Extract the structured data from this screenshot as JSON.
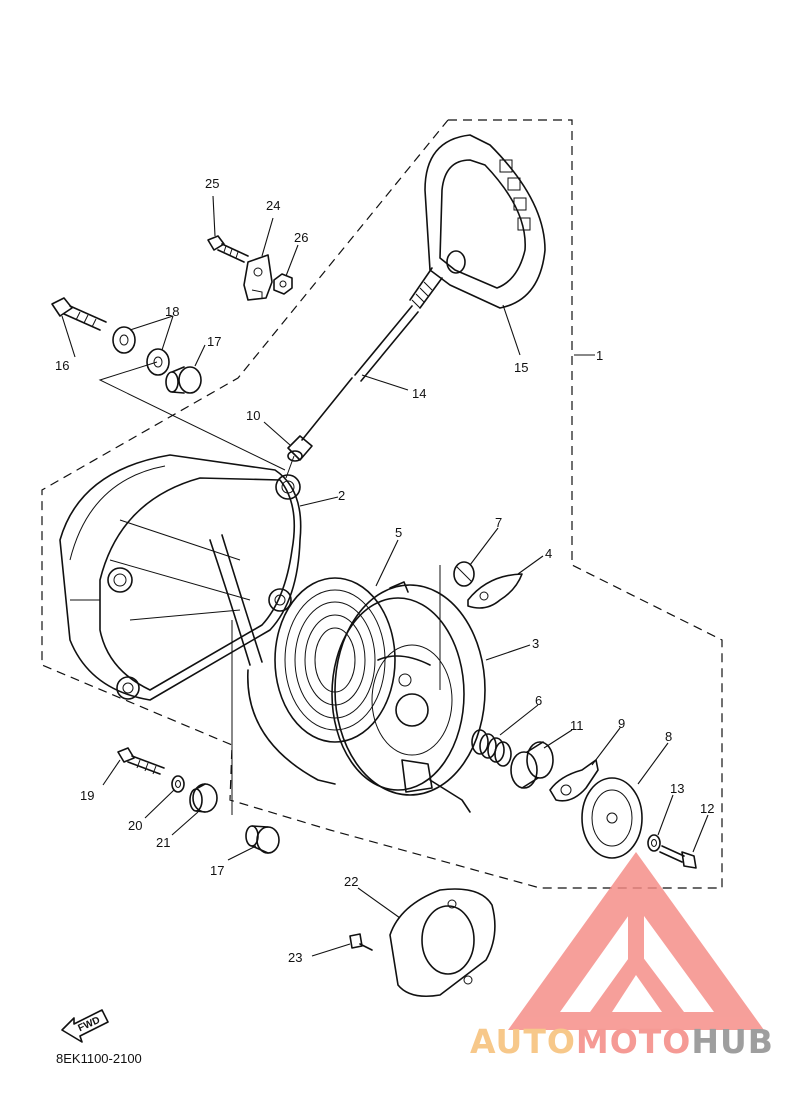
{
  "diagram": {
    "drawing_code": "8EK1100-2100",
    "fwd_label": "FWD",
    "callouts": [
      {
        "id": "c1",
        "label": "1"
      },
      {
        "id": "c2",
        "label": "2"
      },
      {
        "id": "c3",
        "label": "3"
      },
      {
        "id": "c4",
        "label": "4"
      },
      {
        "id": "c5",
        "label": "5"
      },
      {
        "id": "c6",
        "label": "6"
      },
      {
        "id": "c7",
        "label": "7"
      },
      {
        "id": "c8",
        "label": "8"
      },
      {
        "id": "c9",
        "label": "9"
      },
      {
        "id": "c10",
        "label": "10"
      },
      {
        "id": "c11",
        "label": "11"
      },
      {
        "id": "c12",
        "label": "12"
      },
      {
        "id": "c13",
        "label": "13"
      },
      {
        "id": "c14",
        "label": "14"
      },
      {
        "id": "c15",
        "label": "15"
      },
      {
        "id": "c16",
        "label": "16"
      },
      {
        "id": "c17a",
        "label": "17"
      },
      {
        "id": "c17b",
        "label": "17"
      },
      {
        "id": "c18",
        "label": "18"
      },
      {
        "id": "c19",
        "label": "19"
      },
      {
        "id": "c20",
        "label": "20"
      },
      {
        "id": "c21",
        "label": "21"
      },
      {
        "id": "c22",
        "label": "22"
      },
      {
        "id": "c23",
        "label": "23"
      },
      {
        "id": "c24",
        "label": "24"
      },
      {
        "id": "c25",
        "label": "25"
      },
      {
        "id": "c26",
        "label": "26"
      }
    ]
  },
  "watermark": {
    "text_part1": "AUTO",
    "text_part2": "MOTO",
    "text_part3": "HUB",
    "colors": {
      "auto": "#f7c88a",
      "moto": "#f59a95",
      "hub": "#9e9e9e",
      "logo": "#f58a84"
    }
  }
}
